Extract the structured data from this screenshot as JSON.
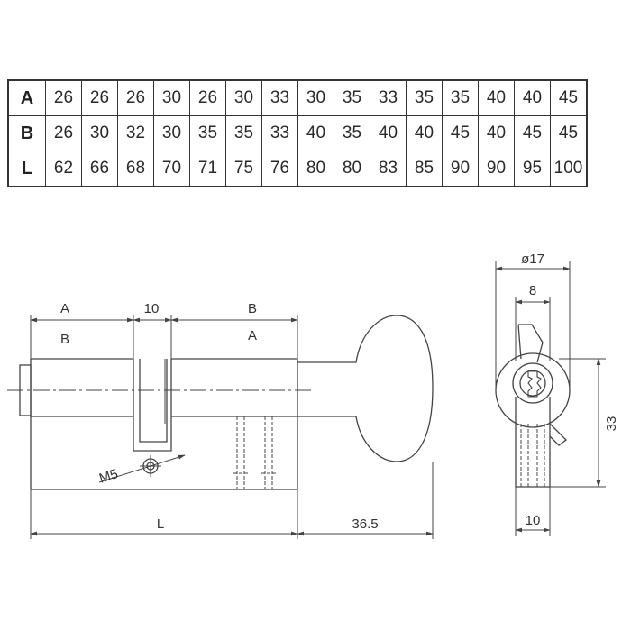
{
  "table": {
    "rows": [
      {
        "label": "A",
        "values": [
          "26",
          "26",
          "26",
          "30",
          "26",
          "30",
          "33",
          "30",
          "35",
          "33",
          "35",
          "35",
          "40",
          "40",
          "45"
        ]
      },
      {
        "label": "B",
        "values": [
          "26",
          "30",
          "32",
          "30",
          "35",
          "35",
          "33",
          "40",
          "35",
          "40",
          "40",
          "45",
          "40",
          "45",
          "45"
        ]
      },
      {
        "label": "L",
        "values": [
          "62",
          "66",
          "68",
          "70",
          "71",
          "75",
          "76",
          "80",
          "80",
          "83",
          "85",
          "90",
          "90",
          "95",
          "100"
        ]
      }
    ]
  },
  "side_view": {
    "dim_a_label": "A",
    "dim_b_alt_label": "B",
    "dim_cam_width_label": "10",
    "dim_b_label": "B",
    "dim_a_alt_label": "A",
    "screw_label": "M5",
    "length_label": "L",
    "knob_length_label": "36.5"
  },
  "front_view": {
    "diameter_label": "ø17",
    "top_width_label": "8",
    "height_label": "33",
    "bottom_width_label": "10"
  }
}
